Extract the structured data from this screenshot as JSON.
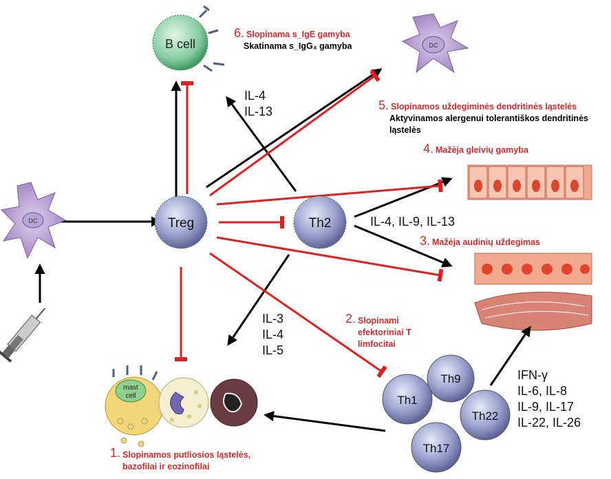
{
  "colors": {
    "activation": "#000000",
    "inhibition": "#e02020",
    "note_red": "#d62a2a",
    "lymphocyte": "#8d96c4",
    "dc": "#a98fc6",
    "bcell": "#7fc79a",
    "epithelium": "#f3a98d"
  },
  "cells": {
    "b_cell": "B cell",
    "dc_top": "DC",
    "dc_left": "DC",
    "treg": "Treg",
    "th2": "Th2",
    "th1": "Th1",
    "th9": "Th9",
    "th17": "Th17",
    "th22": "Th22",
    "mast": "mast cell"
  },
  "cytokines": {
    "il4_il13": "IL-4\nIL-13",
    "th2_epi": "IL-4, IL-9, IL-13",
    "il3_il4_il5": "IL-3\nIL-4\nIL-5",
    "th_group": "IFN-γ\nIL-6, IL-8\nIL-9, IL-17\nIL-22, IL-26"
  },
  "notes": [
    {
      "num": "6.",
      "red": "Slopinama s_IgE gamyba",
      "black": "Skatinama s_IgG₄ gamyba"
    },
    {
      "num": "5.",
      "red": "Slopinamos uždegiminės dendritinės ląstelės",
      "black": "Aktyvinamos alergenui tolerantiškos dendritinės\nląstelės"
    },
    {
      "num": "4.",
      "red": "Mažėja gleivių gamyba"
    },
    {
      "num": "3.",
      "red": "Mažėja audinių uždegimas"
    },
    {
      "num": "2.",
      "red": "Slopinami\nefektoriniai T\nlimfocitai"
    },
    {
      "num": "1.",
      "red": "Slopinamos putliosios ląstelės,\nbazofilai ir eozinofilai"
    }
  ]
}
